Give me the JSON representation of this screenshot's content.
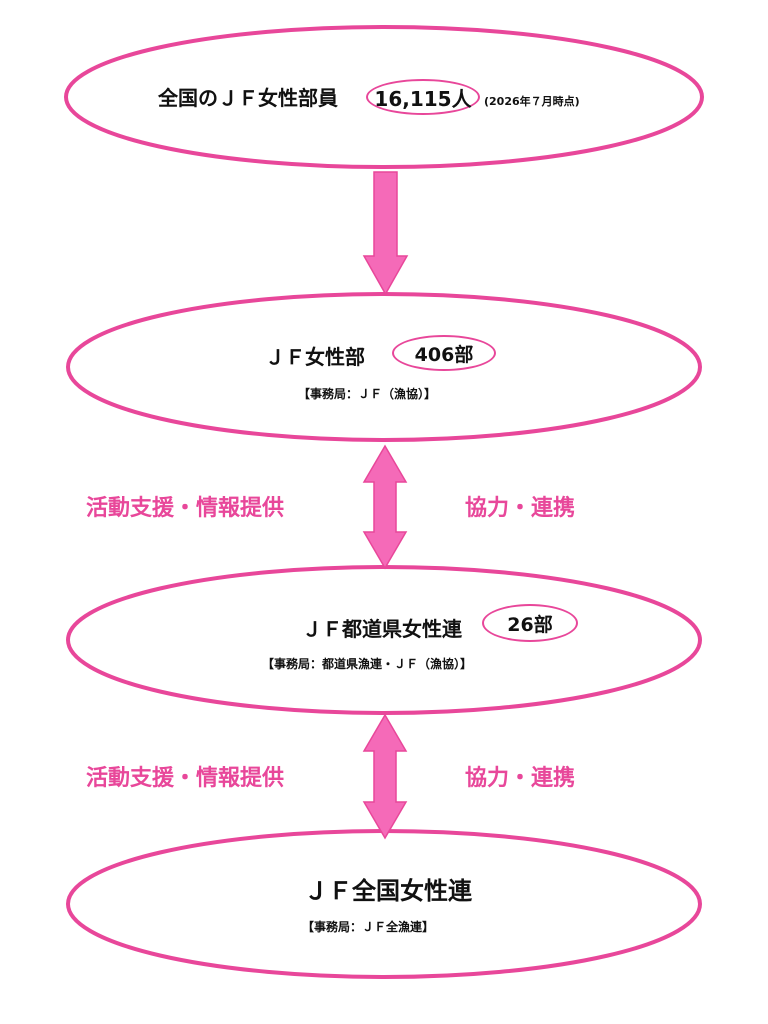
{
  "colors": {
    "accent": "#e8479a",
    "arrow_fill": "#f56ab8",
    "text": "#111111"
  },
  "nodes": {
    "national_members": {
      "title": "全国のＪＦ女性部員",
      "count": "16,115人",
      "note": "(2026年７月時点)"
    },
    "jf_womens_dept": {
      "title": "ＪＦ女性部",
      "count": "406部",
      "office": "【事務局：ＪＦ（漁協）】"
    },
    "prefectural_federation": {
      "title": "ＪＦ都道県女性連",
      "count": "26部",
      "office": "【事務局：都道県漁連・ＪＦ（漁協）】"
    },
    "national_federation": {
      "title": "ＪＦ全国女性連",
      "office": "【事務局：ＪＦ全漁連】"
    }
  },
  "relations": [
    {
      "left_label": "活動支援・情報提供",
      "right_label": "協力・連携"
    },
    {
      "left_label": "活動支援・情報提供",
      "right_label": "協力・連携"
    }
  ]
}
